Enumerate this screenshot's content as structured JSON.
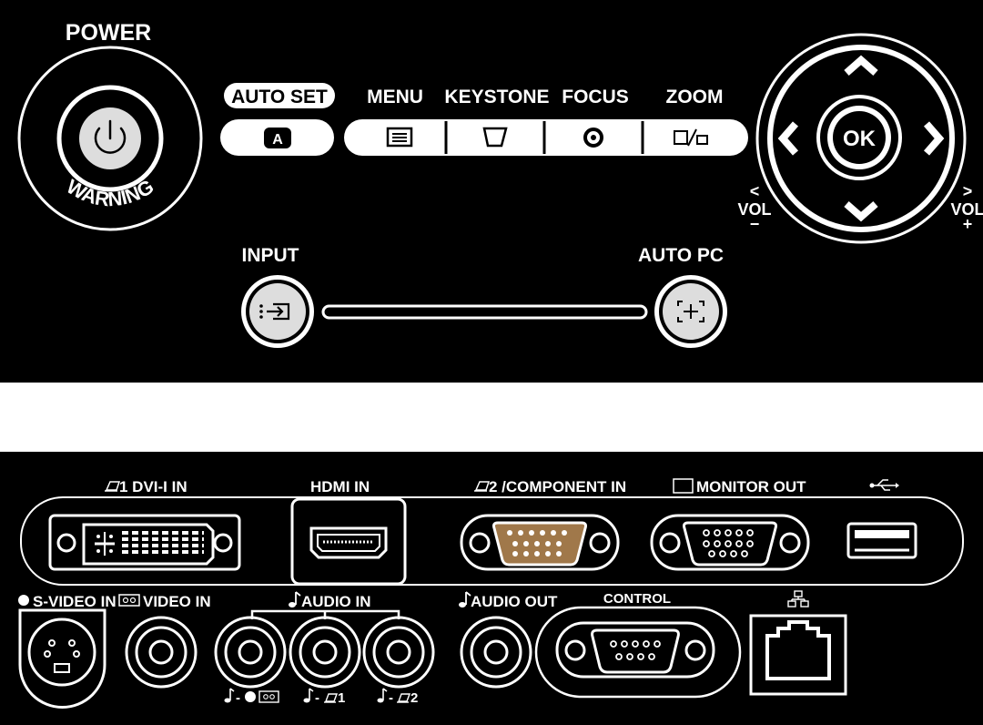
{
  "control_panel": {
    "power_label": "POWER",
    "warning_label": "WARNING",
    "auto_set_label": "AUTO SET",
    "auto_set_icon_letter": "A",
    "menu_label": "MENU",
    "keystone_label": "KEYSTONE",
    "focus_label": "FOCUS",
    "zoom_label": "ZOOM",
    "ok_label": "OK",
    "vol_left_arrow": "<",
    "vol_left_label": "VOL",
    "vol_left_sign": "−",
    "vol_right_arrow": ">",
    "vol_right_label": "VOL",
    "vol_right_sign": "+",
    "input_label": "INPUT",
    "auto_pc_label": "AUTO PC"
  },
  "terminals": {
    "dvi_label": "1 DVI-I IN",
    "hdmi_label": "HDMI IN",
    "component_label": "2 /COMPONENT IN",
    "monitor_out_label": "MONITOR OUT",
    "svideo_label": "S-VIDEO IN",
    "video_label": "VIDEO IN",
    "audio_in_label": "AUDIO IN",
    "audio_out_label": "AUDIO OUT",
    "control_label": "CONTROL",
    "audio_sub_1": "-",
    "audio_sub_2": "-",
    "audio_sub_2_num": "1",
    "audio_sub_3": "-",
    "audio_sub_3_num": "2"
  },
  "colors": {
    "panel_bg": "#000000",
    "page_bg": "#ffffff",
    "foreground": "#ffffff",
    "component_port": "#a0784a"
  },
  "icons": [
    "power-icon",
    "auto-set-icon",
    "menu-icon",
    "keystone-icon",
    "focus-icon",
    "zoom-icon",
    "arrow-up-icon",
    "arrow-down-icon",
    "arrow-left-icon",
    "arrow-right-icon",
    "input-icon",
    "auto-pc-icon",
    "usb-icon",
    "lan-icon",
    "music-note-icon",
    "monitor-icon",
    "computer-icon"
  ]
}
